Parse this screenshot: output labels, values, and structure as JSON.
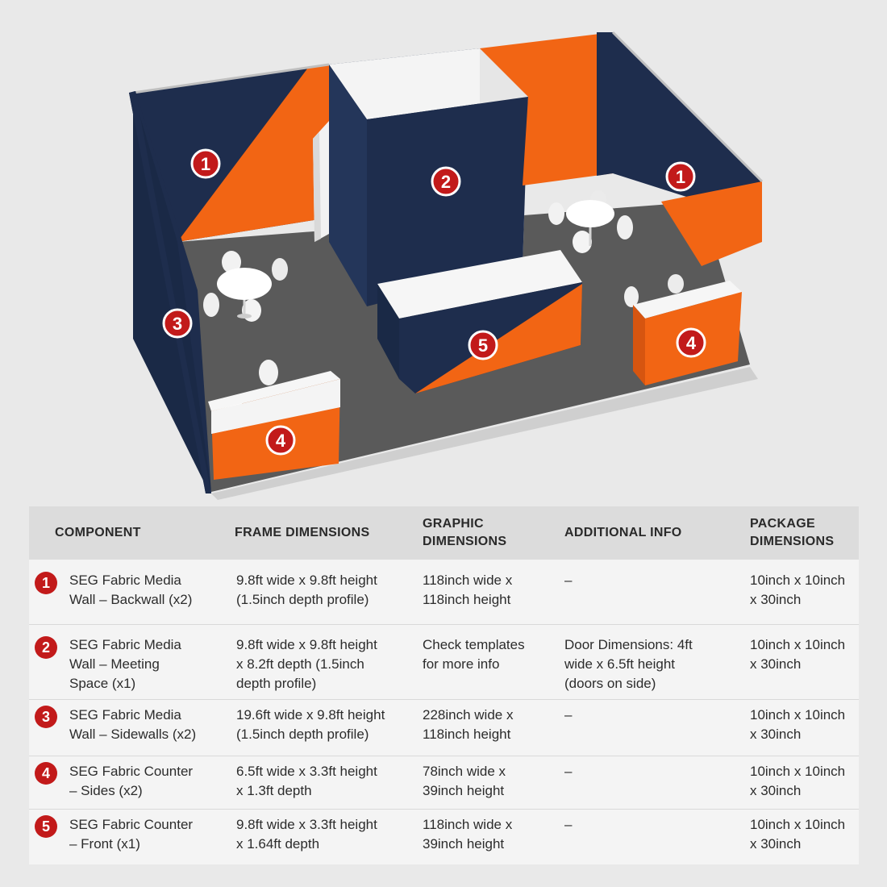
{
  "colors": {
    "navy": "#1e2d4d",
    "orange": "#f26514",
    "badge": "#c21a1a",
    "carpet": "#5a5a5a"
  },
  "markers": [
    "1",
    "2",
    "1",
    "3",
    "4",
    "5",
    "4"
  ],
  "table": {
    "headers": [
      "COMPONENT",
      "FRAME DIMENSIONS",
      "GRAPHIC\nDIMENSIONS",
      "ADDITIONAL INFO",
      "PACKAGE\nDIMENSIONS"
    ],
    "rows": [
      {
        "num": "1",
        "component": "SEG Fabric Media\nWall – Backwall (x2)",
        "frame": "9.8ft wide x 9.8ft height\n(1.5inch depth profile)",
        "graphic": "118inch wide x\n118inch height",
        "info": "–",
        "package": "10inch x 10inch\nx 30inch"
      },
      {
        "num": "2",
        "component": "SEG Fabric Media\nWall – Meeting\nSpace (x1)",
        "frame": "9.8ft wide x 9.8ft height\nx 8.2ft depth (1.5inch\ndepth profile)",
        "graphic": "Check templates\nfor more info",
        "info": "Door Dimensions: 4ft\nwide x 6.5ft height\n(doors on side)",
        "package": "10inch x 10inch\nx 30inch"
      },
      {
        "num": "3",
        "component": "SEG Fabric Media\nWall – Sidewalls (x2)",
        "frame": "19.6ft wide x 9.8ft height\n(1.5inch depth profile)",
        "graphic": "228inch wide x\n118inch height",
        "info": "–",
        "package": "10inch x 10inch\nx 30inch"
      },
      {
        "num": "4",
        "component": "SEG Fabric Counter\n– Sides (x2)",
        "frame": "6.5ft wide x 3.3ft height\nx 1.3ft depth",
        "graphic": "78inch wide x\n39inch height",
        "info": "–",
        "package": "10inch x 10inch\nx 30inch"
      },
      {
        "num": "5",
        "component": "SEG Fabric Counter\n– Front (x1)",
        "frame": "9.8ft wide x 3.3ft height\nx 1.64ft depth",
        "graphic": "118inch wide x\n39inch height",
        "info": "–",
        "package": "10inch x 10inch\nx 30inch"
      }
    ]
  }
}
